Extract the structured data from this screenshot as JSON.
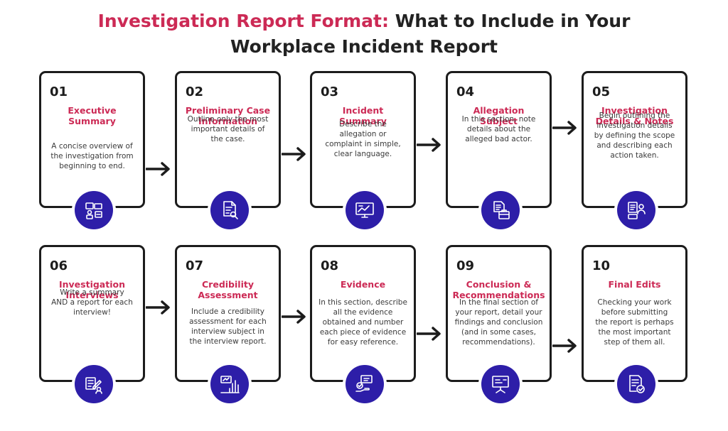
{
  "title": {
    "accent": "Investigation Report Format:",
    "rest_line1": " What to Include in Your",
    "line2": "Workplace Incident Report"
  },
  "steps": [
    {
      "number": "01",
      "title_lines": [
        "Executive",
        "Summary"
      ],
      "desc_lines": [
        "A concise overview of",
        "the investigation from",
        "beginning to end."
      ],
      "icon": "team-meeting-icon"
    },
    {
      "number": "02",
      "title_lines": [
        "Preliminary Case",
        "Information"
      ],
      "desc_lines": [
        "Outline only the most",
        "important details of",
        "the case."
      ],
      "icon": "document-search-icon"
    },
    {
      "number": "03",
      "title_lines": [
        "Incident",
        "Summary"
      ],
      "desc_lines": [
        "Describe the",
        "allegation or",
        "complaint in simple,",
        "clear language."
      ],
      "icon": "presentation-screen-icon"
    },
    {
      "number": "04",
      "title_lines": [
        "Allegation",
        "Subject"
      ],
      "desc_lines": [
        "In this section, note",
        "details about the",
        "alleged bad actor."
      ],
      "icon": "briefcase-document-icon"
    },
    {
      "number": "05",
      "title_lines": [
        "Investigation",
        "Details & Notes"
      ],
      "desc_lines": [
        "Begin outlining the",
        "investigation details",
        "by defining the scope",
        "and describing each",
        "action taken."
      ],
      "icon": "notes-person-icon"
    },
    {
      "number": "06",
      "title_lines": [
        "Investigation",
        "Interviews"
      ],
      "desc_lines": [
        "Write a summary",
        "AND a report for each",
        "interview!"
      ],
      "icon": "writing-person-icon"
    },
    {
      "number": "07",
      "title_lines": [
        "Credibility",
        "Assessment"
      ],
      "desc_lines": [
        "Include a credibility",
        "assessment for each",
        "interview subject in",
        "the interview report."
      ],
      "icon": "bar-chart-icon"
    },
    {
      "number": "08",
      "title_lines": [
        "Evidence"
      ],
      "desc_lines": [
        "In this section, describe",
        "all the evidence",
        "obtained and number",
        "each piece of evidence",
        "for easy reference."
      ],
      "icon": "hand-check-icon"
    },
    {
      "number": "09",
      "title_lines": [
        "Conclusion &",
        "Recommendations"
      ],
      "desc_lines": [
        "In the final section of",
        "your report, detail your",
        "findings and conclusion",
        "(and in some cases,",
        "recommendations)."
      ],
      "icon": "easel-board-icon"
    },
    {
      "number": "10",
      "title_lines": [
        "Final Edits"
      ],
      "desc_lines": [
        "Checking your work",
        "before submitting",
        "the report is perhaps",
        "the most important",
        "step of them all."
      ],
      "icon": "document-check-icon"
    }
  ],
  "colors": {
    "accent": "#cc2a55",
    "icon_circle": "#2d1ea8",
    "border": "#1c1c1c"
  }
}
